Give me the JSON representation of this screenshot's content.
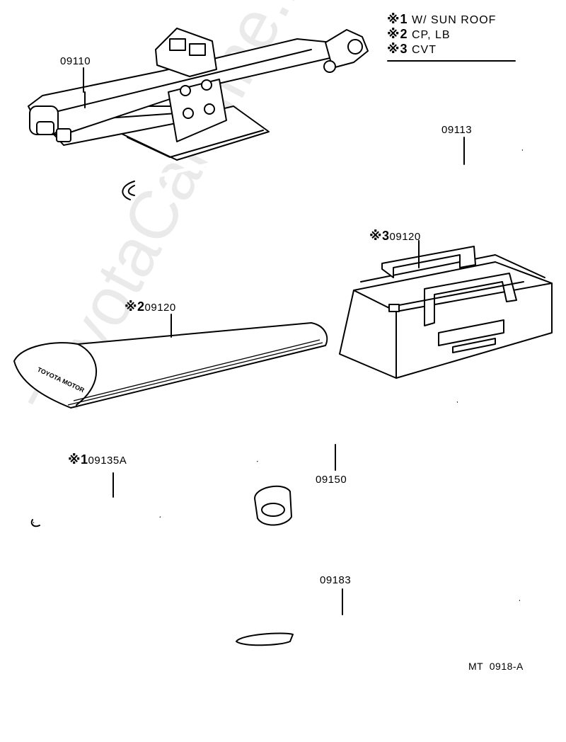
{
  "notes": [
    {
      "mark": "※1",
      "text": "W/ SUN ROOF"
    },
    {
      "mark": "※2",
      "text": "CP, LB"
    },
    {
      "mark": "※3",
      "text": "CVT"
    }
  ],
  "parts": {
    "jack": {
      "code": "09110"
    },
    "jack_handle": {
      "code": "09113"
    },
    "bag_cvt": {
      "mark": "※3",
      "code": "09120"
    },
    "pouch": {
      "mark": "※2",
      "code": "09120"
    },
    "hook": {
      "mark": "※1",
      "code": "09135A"
    },
    "lug_wrench": {
      "code": "09150"
    },
    "tire_lever": {
      "code": "09183"
    }
  },
  "figure_id": "MT  0918-A",
  "watermark": "ToyotaCarMine.ru",
  "pouch_print": "TOYOTA MOTOR"
}
